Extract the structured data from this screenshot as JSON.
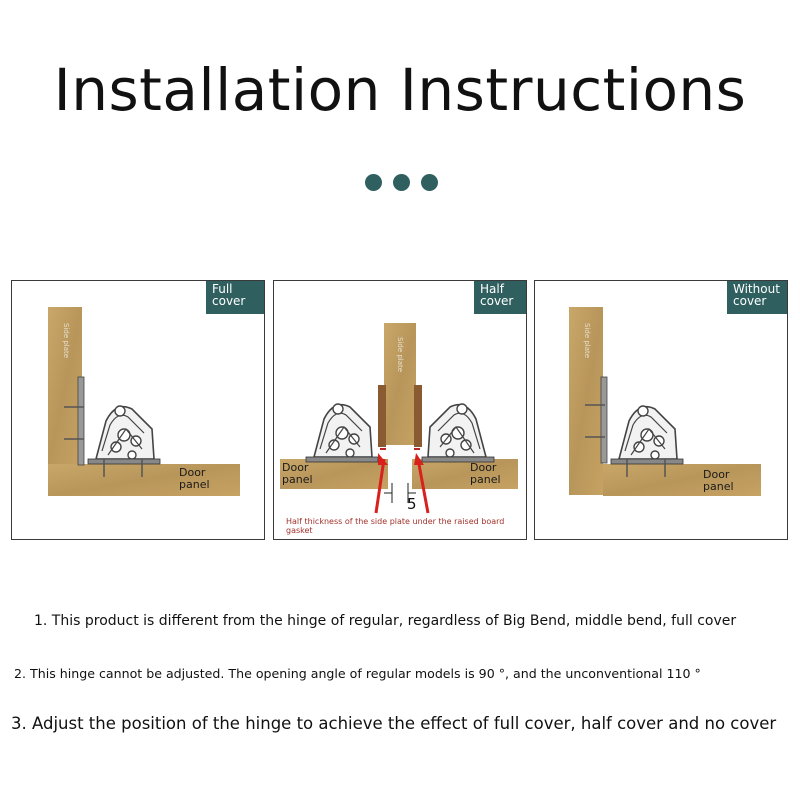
{
  "title": "Installation Instructions",
  "accent_color": "#2f5f5f",
  "panels": [
    {
      "tag": "Full cover",
      "side_label": "Side plate",
      "door_label": "Door panel"
    },
    {
      "tag": "Half cover",
      "side_label": "Side plate",
      "left_door_label": "Door panel",
      "right_door_label": "Door panel",
      "gap_value": "5",
      "note": "Half thickness of the side plate under the raised board gasket"
    },
    {
      "tag": "Without cover",
      "side_label": "Side plate",
      "door_label": "Door panel"
    }
  ],
  "instructions": [
    "1. This product is different from the hinge of regular, regardless of Big Bend, middle bend, full cover",
    "2. This hinge cannot be adjusted. The opening angle of regular models is 90 °, and the unconventional 110 °",
    "3. Adjust the position of the hinge to achieve the effect of full cover, half cover and no cover"
  ]
}
